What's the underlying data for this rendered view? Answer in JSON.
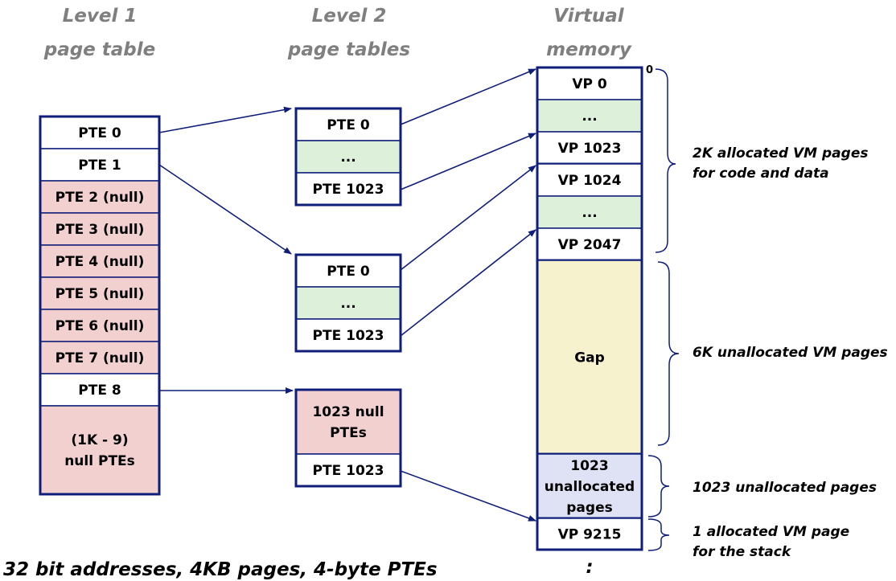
{
  "colors": {
    "border": "#0f1e7a",
    "white": "#ffffff",
    "null_pink": "#f2d0d0",
    "ellipsis_green": "#dcf0da",
    "gap_yellow": "#f6f2cd",
    "unalloc_lavender": "#dfe1f5",
    "header_gray": "#7f7f7f"
  },
  "headers": {
    "level1": [
      "Level 1",
      "page table"
    ],
    "level2": [
      "Level 2",
      "page tables"
    ],
    "vm": [
      "Virtual",
      "memory"
    ]
  },
  "level1_table": {
    "rows": [
      {
        "label": "PTE 0",
        "kind": "valid"
      },
      {
        "label": "PTE 1",
        "kind": "valid"
      },
      {
        "label": "PTE 2 (null)",
        "kind": "null"
      },
      {
        "label": "PTE 3 (null)",
        "kind": "null"
      },
      {
        "label": "PTE 4 (null)",
        "kind": "null"
      },
      {
        "label": "PTE 5 (null)",
        "kind": "null"
      },
      {
        "label": "PTE 6 (null)",
        "kind": "null"
      },
      {
        "label": "PTE 7 (null)",
        "kind": "null"
      },
      {
        "label": "PTE 8",
        "kind": "valid"
      },
      {
        "label": "(1K - 9)\nnull PTEs",
        "kind": "null"
      }
    ]
  },
  "level2_tables": [
    {
      "rows": [
        {
          "label": "PTE 0",
          "kind": "valid"
        },
        {
          "label": "...",
          "kind": "ellipsis"
        },
        {
          "label": "PTE 1023",
          "kind": "valid"
        }
      ]
    },
    {
      "rows": [
        {
          "label": "PTE 0",
          "kind": "valid"
        },
        {
          "label": "...",
          "kind": "ellipsis"
        },
        {
          "label": "PTE 1023",
          "kind": "valid"
        }
      ]
    },
    {
      "rows": [
        {
          "label": "1023 null\nPTEs",
          "kind": "null"
        },
        {
          "label": "PTE 1023",
          "kind": "valid"
        }
      ]
    }
  ],
  "virtual_memory": {
    "start_label": "0",
    "rows": [
      {
        "label": "VP 0",
        "kind": "valid"
      },
      {
        "label": "...",
        "kind": "ellipsis"
      },
      {
        "label": "VP 1023",
        "kind": "valid"
      },
      {
        "label": "VP 1024",
        "kind": "valid"
      },
      {
        "label": "...",
        "kind": "ellipsis"
      },
      {
        "label": "VP 2047",
        "kind": "valid"
      },
      {
        "label": "Gap",
        "kind": "gap"
      },
      {
        "label": "1023\nunallocated\npages",
        "kind": "unalloc"
      },
      {
        "label": "VP 9215",
        "kind": "valid"
      }
    ],
    "continuation": ":"
  },
  "annotations": [
    {
      "text": [
        "2K allocated VM pages",
        "for code and data"
      ]
    },
    {
      "text": [
        "6K unallocated VM pages"
      ]
    },
    {
      "text": [
        "1023 unallocated  pages"
      ]
    },
    {
      "text": [
        "1 allocated VM page",
        "for the stack"
      ]
    }
  ],
  "footer": "32 bit addresses, 4KB pages, 4-byte PTEs"
}
